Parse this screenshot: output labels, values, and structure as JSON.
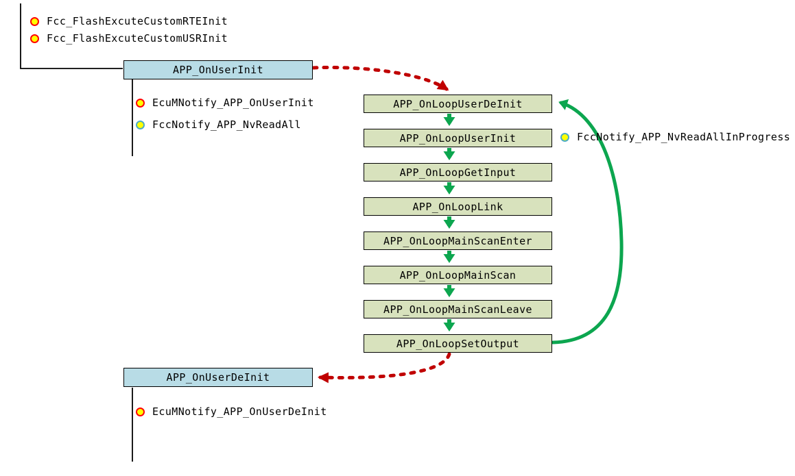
{
  "palette": {
    "blue_box_fill": "#B8DCE6",
    "green_box_fill": "#D8E2BD",
    "box_border": "#000000",
    "green_arrow": "#0CA64F",
    "red_arrow": "#C00000",
    "connector_line": "#000000",
    "bullet_fill": "#FFFF00",
    "bullet_red_border": "#FF0000",
    "bullet_blue_border": "#4BACC6"
  },
  "user_nodes": {
    "init": "APP_OnUserInit",
    "deinit": "APP_OnUserDeInit"
  },
  "loop_nodes": [
    "APP_OnLoopUserDeInit",
    "APP_OnLoopUserInit",
    "APP_OnLoopGetInput",
    "APP_OnLoopLink",
    "APP_OnLoopMainScanEnter",
    "APP_OnLoopMainScan",
    "APP_OnLoopMainScanLeave",
    "APP_OnLoopSetOutput"
  ],
  "callouts": {
    "top_left": [
      {
        "label": "Fcc_FlashExcuteCustomRTEInit",
        "marker": "red"
      },
      {
        "label": "Fcc_FlashExcuteCustomUSRInit",
        "marker": "red"
      }
    ],
    "under_user_init": [
      {
        "label": "EcuMNotify_APP_OnUserInit",
        "marker": "red"
      },
      {
        "label": "FccNotify_APP_NvReadAll",
        "marker": "blue"
      }
    ],
    "right_of_loop": [
      {
        "label": "FccNotify_APP_NvReadAllInProgress",
        "marker": "blue"
      }
    ],
    "under_user_deinit": [
      {
        "label": "EcuMNotify_APP_OnUserDeInit",
        "marker": "red"
      }
    ]
  },
  "edges": {
    "init_to_loop": "red-dashed",
    "setoutput_to_deinit": "red-dashed",
    "loop_sequence": "green-solid",
    "setoutput_back_to_userdeinit_loop": "green-solid-curve"
  }
}
